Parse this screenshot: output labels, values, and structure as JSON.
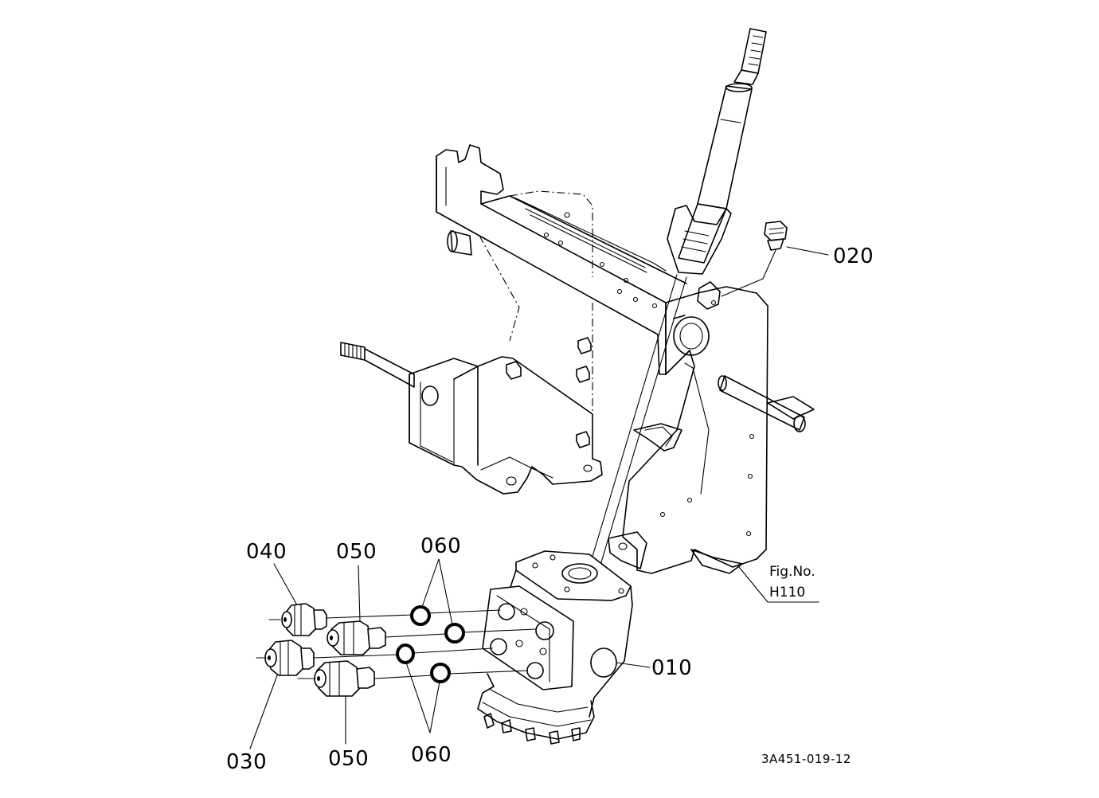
{
  "diagram": {
    "callouts": {
      "c010": "010",
      "c020": "020",
      "c030": "030",
      "c040": "040",
      "c050_top": "050",
      "c050_bottom": "050",
      "c060_top": "060",
      "c060_bottom": "060"
    },
    "figure_ref": {
      "label": "Fig.No.",
      "number": "H110"
    },
    "drawing_code": "3A451-019-12"
  }
}
